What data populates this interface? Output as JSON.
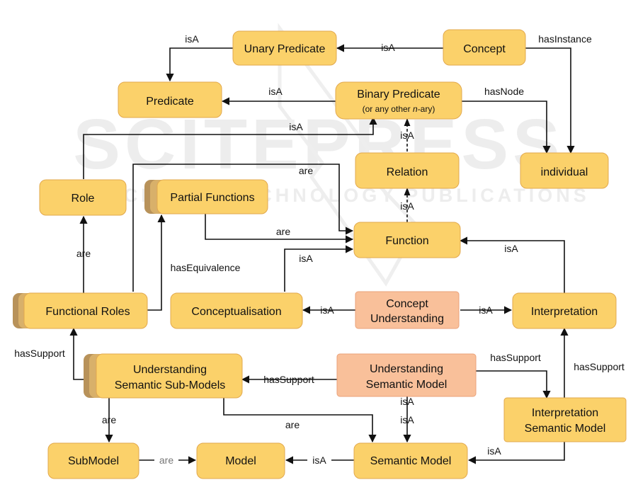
{
  "colors": {
    "node_fill": "#fbd16a",
    "node_fill_light": "#fcdc8c",
    "node_stroke": "#e2a94f",
    "highlight_fill": "#f9c09a",
    "stack_shadow": "#b8925a",
    "stack_shadow_mid": "#d8b06a",
    "edge": "#111111",
    "edge_gray": "#9a9a9a",
    "watermark": "#e6e6e6"
  },
  "watermark": {
    "main": "SCITEPRESS",
    "sub": "SCIENCE AND TECHNOLOGY PUBLICATIONS"
  },
  "nodes": {
    "unary_predicate": "Unary Predicate",
    "concept": "Concept",
    "predicate": "Predicate",
    "binary_predicate": "Binary Predicate",
    "binary_predicate_sub_prefix": "(or any other ",
    "binary_predicate_sub_n": "n",
    "binary_predicate_sub_suffix": "-ary)",
    "relation": "Relation",
    "individual": "individual",
    "role": "Role",
    "partial_functions": "Partial Functions",
    "function": "Function",
    "functional_roles": "Functional Roles",
    "conceptualisation": "Conceptualisation",
    "concept_understanding_1": "Concept",
    "concept_understanding_2": "Understanding",
    "interpretation": "Interpretation",
    "understanding_sub_models_1": "Understanding",
    "understanding_sub_models_2": "Semantic Sub-Models",
    "understanding_semantic_model_1": "Understanding",
    "understanding_semantic_model_2": "Semantic Model",
    "interpretation_semantic_model_1": "Interpretation",
    "interpretation_semantic_model_2": "Semantic Model",
    "submodel": "SubModel",
    "model": "Model",
    "semantic_model": "Semantic Model"
  },
  "edges": {
    "isa_unary_predicate": "isA",
    "isa_concept_unary": "isA",
    "has_instance": "hasInstance",
    "isa_binary_predicate": "isA",
    "has_node": "hasNode",
    "isa_role_binary": "isA",
    "isa_relation_binary": "isA",
    "are_functional_function": "are",
    "isa_function_relation": "isA",
    "are_partial_function": "are",
    "isa_concept_func": "isA",
    "isa_interp_function": "isA",
    "are_functional_role": "are",
    "has_equivalence": "hasEquivalence",
    "isa_cu_conceptualisation": "isA",
    "isa_cu_interpretation": "isA",
    "has_support_functional": "hasSupport",
    "has_support_usm_usubm": "hasSupport",
    "has_support_usm_ism": "hasSupport",
    "has_support_ism_interp": "hasSupport",
    "are_usubm_submodel": "are",
    "are_usubm_semantic": "are",
    "isa_usm_semantic": "isA",
    "isa_ism_semantic": "isA",
    "are_submodel_model": "are",
    "isa_semantic_model": "isA"
  }
}
